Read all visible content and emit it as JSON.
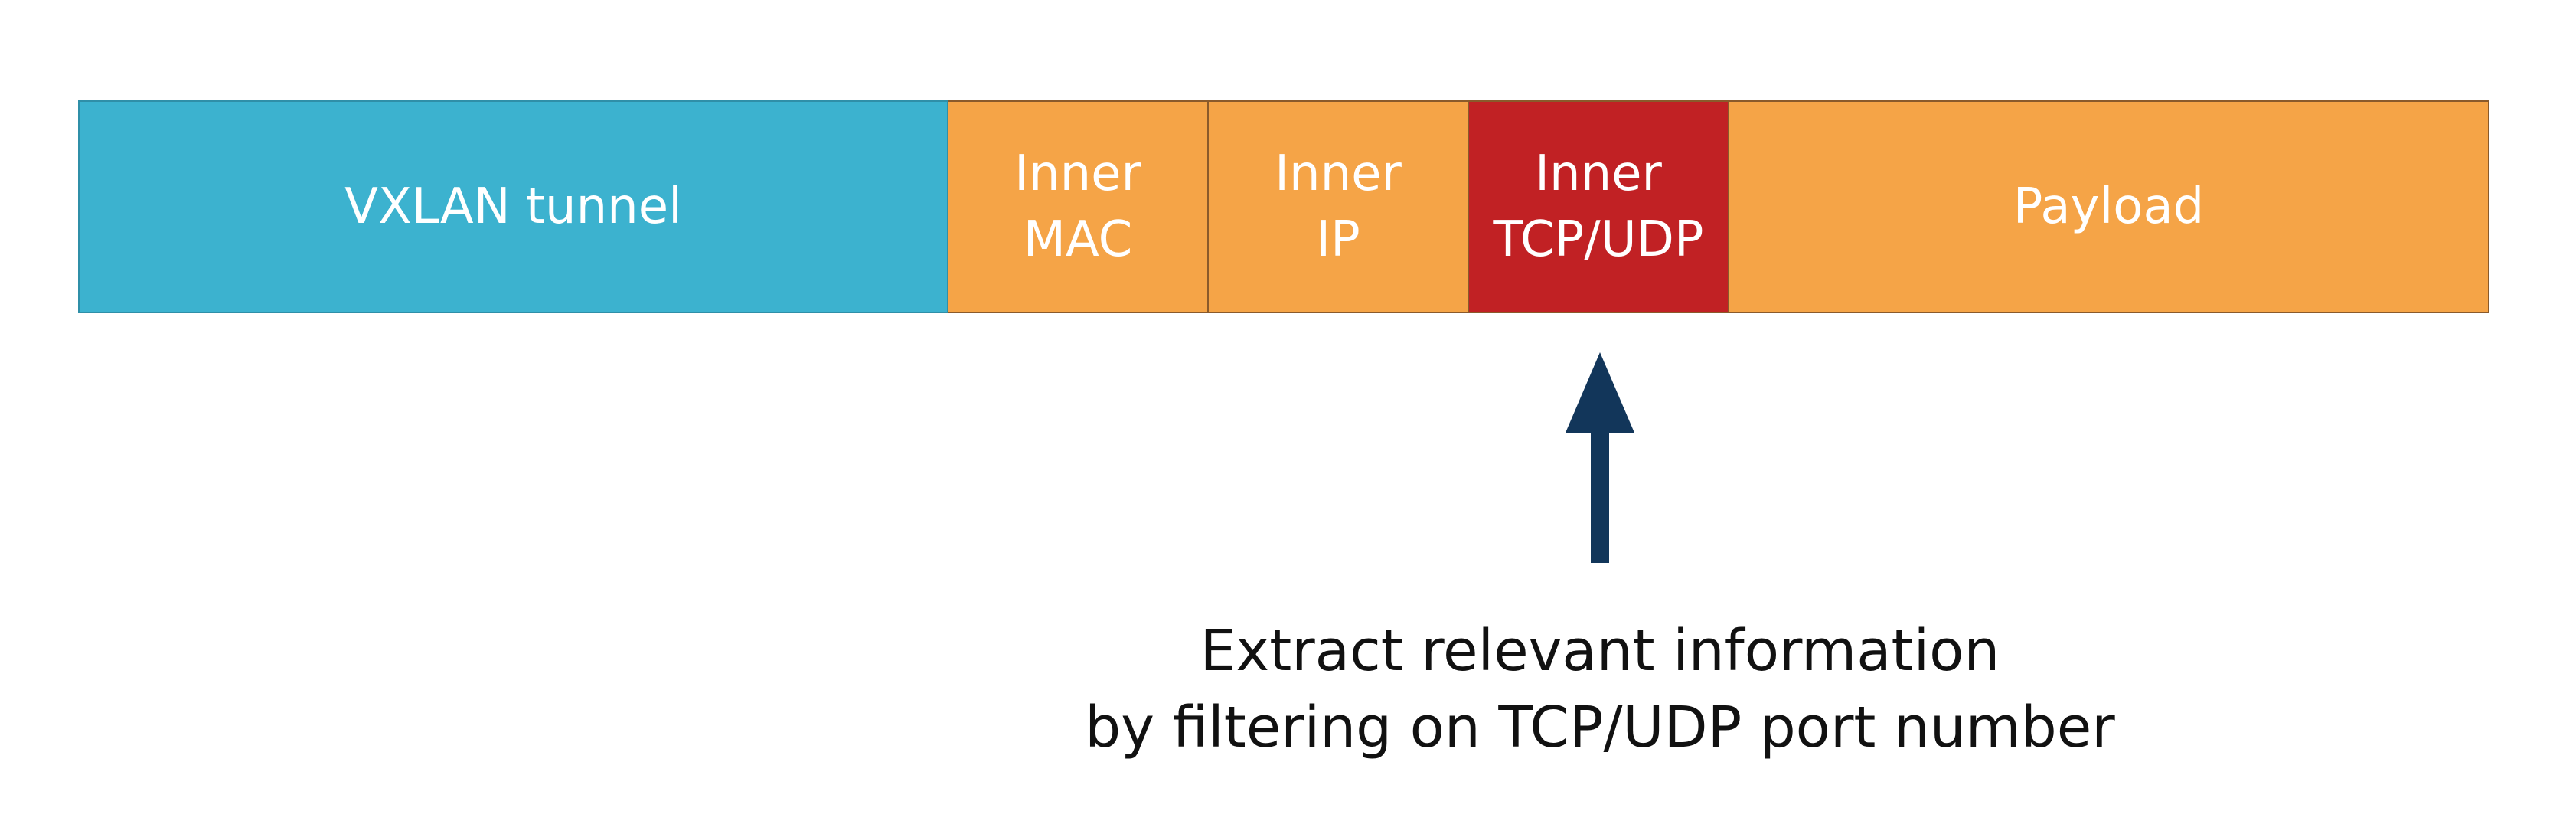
{
  "packet": {
    "segments": [
      {
        "lines": [
          "VXLAN tunnel"
        ]
      },
      {
        "lines": [
          "Inner",
          "MAC"
        ]
      },
      {
        "lines": [
          "Inner",
          "IP"
        ]
      },
      {
        "lines": [
          "Inner",
          "TCP/UDP"
        ]
      },
      {
        "lines": [
          "Payload"
        ]
      }
    ]
  },
  "caption": {
    "line1": "Extract relevant information",
    "line2": "by filtering on TCP/UDP port number"
  },
  "colors": {
    "vxlan": "#3cb2cf",
    "inner": "#f5a447",
    "highlight": "#c12124",
    "arrow": "#12365a"
  }
}
